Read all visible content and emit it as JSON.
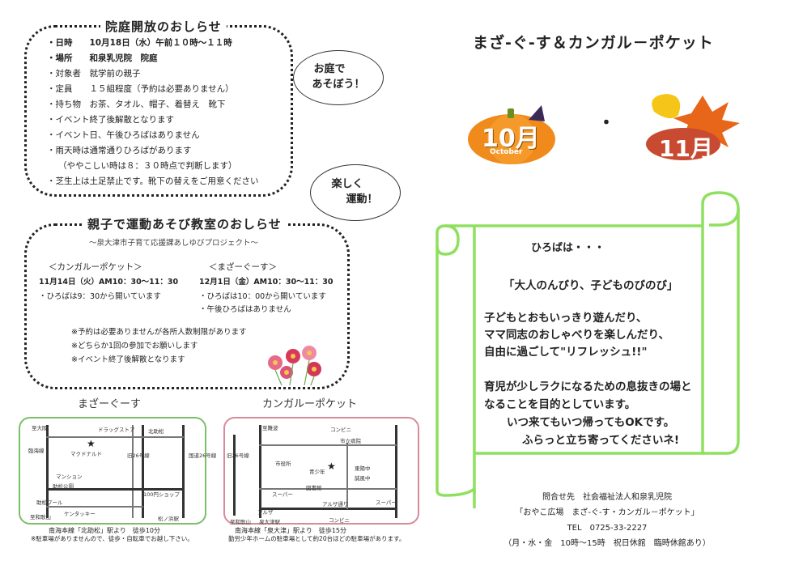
{
  "garden": {
    "title": "院庭開放のおしらせ",
    "lines": [
      "・日時　　10月18日（水）午前１０時～１１時",
      "・場所　　和泉乳児院　院庭",
      "・対象者　就学前の親子",
      "・定員　　１５組程度（予約は必要ありません）",
      "・持ち物　お茶、タオル、帽子、着替え　靴下",
      "・イベント終了後解散となります",
      "・イベント日、午後ひろばはありません",
      "・雨天時は通常通りひろばがあります",
      "（ややこしい時は８：３０時点で判断します）",
      "・芝生上は土足禁止です。靴下の替えをご用意ください"
    ],
    "bubble": [
      "お庭で",
      "あそぼう！"
    ]
  },
  "exercise": {
    "title": "親子で運動あそび教室のおしらせ",
    "subtitle": "～泉大津市子育て応援課あしゆびプロジェクト～",
    "kangaroo": {
      "heading": "＜カンガルーポケット＞",
      "date": "11月14日（火）AM10：30～11：30",
      "notes": [
        "・ひろばは9：30から開いています"
      ]
    },
    "mazegusu": {
      "heading": "＜まざーぐーす＞",
      "date": "12月1日（金）AM10：30～11：30",
      "notes": [
        "・ひろばは10：00から開いています",
        "・午後ひろばはありません"
      ]
    },
    "footnotes": [
      "※予約は必要ありませんが各所人数制限があります",
      "※どちらか1回の参加でお願いします",
      "※イベント終了後解散となります"
    ],
    "bubble": [
      "楽しく",
      "運動！"
    ]
  },
  "maps": {
    "left": {
      "title": "まざーぐーす",
      "labels": [
        "至大阪",
        "臨海線",
        "マクドナルド",
        "ドラッグストア",
        "旧26号線",
        "北助松",
        "国道26号線",
        "マンション",
        "助松公園",
        "助松プール",
        "ケンタッキー",
        "100円ショップ",
        "至和歌山",
        "松ノ浜駅"
      ],
      "caption1": "南海本線「北助松」駅より　徒歩10分",
      "caption2": "※駐車場がありませんので、徒歩・自転車でお越し下さい。",
      "color": "#7bbf6a"
    },
    "right": {
      "title": "カンガルーポケット",
      "labels": [
        "至難波",
        "旧26号線",
        "コンビニ",
        "市立病院",
        "市役所",
        "青少年",
        "東陽中",
        "誠風中",
        "図書館",
        "スーパー",
        "アルザ",
        "アルザ通り",
        "泉大津駅",
        "コンビニ",
        "スーパー",
        "至和歌山"
      ],
      "caption1": "南海本線「泉大津」駅より　徒歩15分",
      "caption2": "勤労少年ホームの駐車場として約20台ほどの駐車場があります。",
      "color": "#d98a9a"
    }
  },
  "header": {
    "title": "まざ-ぐ-す＆カンガル－ポケット",
    "oct": "10月",
    "oct_sub": "October",
    "dot": "・",
    "nov": "11月"
  },
  "scroll": {
    "heading": "ひろばは・・・",
    "quote": "「大人のんびり、子どものびのび」",
    "para1": [
      "子どもとおもいっきり遊んだり、",
      "ママ同志のおしゃべりを楽しんだり、",
      "自由に過ごして\"リフレッシュ!!\""
    ],
    "para2": [
      "育児が少しラクになるための息抜きの場と",
      "なることを目的としています。",
      "いつ来てもいつ帰ってもOKです。",
      "ふらっと立ち寄ってくださいネ!"
    ],
    "color": "#8fe05e"
  },
  "contact": {
    "lines": [
      "問合せ先　社会福祉法人和泉乳児院",
      "「おやこ広場　まざ-ぐ-す・カンガル－ポケット」",
      "TEL　0725-33-2227",
      "（月・水・金　10時～15時　祝日休館　臨時休館あり）"
    ]
  }
}
